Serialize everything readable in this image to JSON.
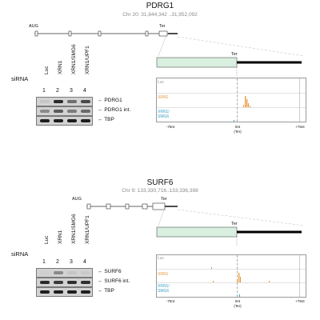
{
  "gene1": {
    "title": "PDRG1",
    "coords": "Chr 20: 31,844,342 ..31,952,092",
    "aug": "AUG",
    "ter_map": "Ter",
    "sirna": "siRNA",
    "lanes": [
      "Luc",
      "XRN1",
      "XRN1/SMG6",
      "XRN1/UPF1"
    ],
    "numbers": [
      "1",
      "2",
      "3",
      "4"
    ],
    "bands": [
      "PDRG1",
      "PDRG1 int.",
      "TBP"
    ],
    "panel_ter": "Ter",
    "tracks": [
      "Luc",
      "XRN1",
      "XRN1/\nSMG6"
    ],
    "ticks": [
      "-75nt",
      "0nt\n(Ter)",
      "+75nt"
    ]
  },
  "gene2": {
    "title": "SURF6",
    "coords": "Chr 9: 133,330,716..133,336,398",
    "aug": "AUG",
    "ter_map": "Ter",
    "sirna": "siRNA",
    "lanes": [
      "Luc",
      "XRN1",
      "XRN1/SMG6",
      "XRN1/UPF1"
    ],
    "numbers": [
      "1",
      "2",
      "3",
      "4"
    ],
    "bands": [
      "SURF6",
      "SURF6 int.",
      "TBP"
    ],
    "panel_ter": "Ter",
    "tracks": [
      "Luc",
      "XRN1",
      "XRN1/\nSMG6"
    ],
    "ticks": [
      "-75nt",
      "0nt\n(Ter)",
      "+75nt"
    ]
  },
  "colors": {
    "luc": "#9a9a9a",
    "xrn1": "#e8963c",
    "smg6": "#3aa3c8",
    "exon_fill": "#d9efe0"
  }
}
